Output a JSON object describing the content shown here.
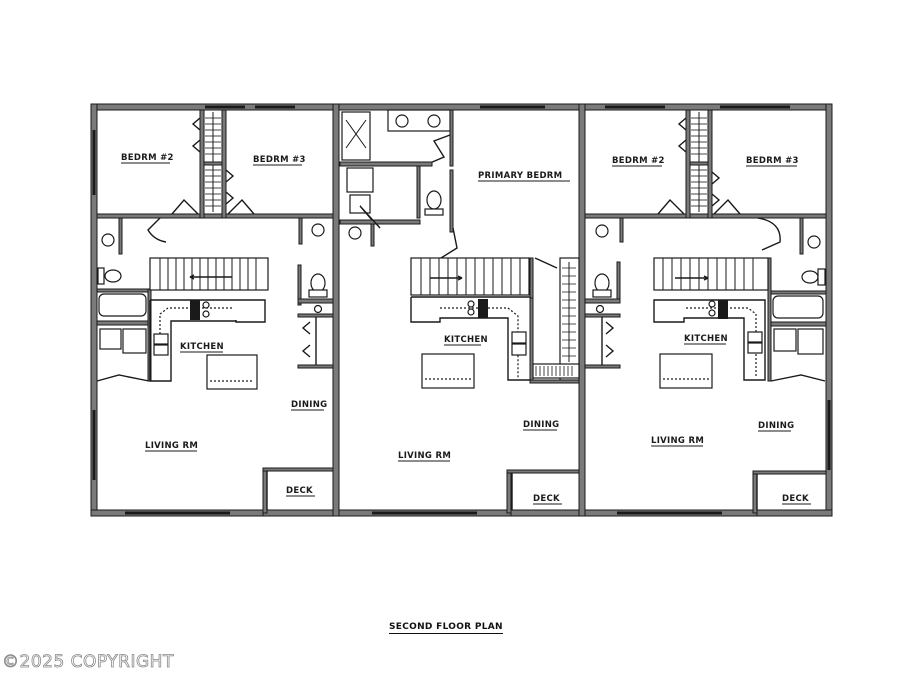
{
  "plan": {
    "title": "SECOND FLOOR PLAN",
    "copyright": "©2025 COPYRIGHT",
    "units": [
      {
        "name": "left-unit",
        "rooms": {
          "bedroom_a": "BEDRM #2",
          "bedroom_b": "BEDRM #3",
          "kitchen": "KITCHEN",
          "dining": "DINING",
          "living": "LIVING RM",
          "deck": "DECK"
        }
      },
      {
        "name": "center-unit",
        "rooms": {
          "primary_bedroom": "PRIMARY BEDRM",
          "kitchen": "KITCHEN",
          "dining": "DINING",
          "living": "LIVING RM",
          "deck": "DECK"
        }
      },
      {
        "name": "right-unit",
        "rooms": {
          "bedroom_a": "BEDRM #2",
          "bedroom_b": "BEDRM #3",
          "kitchen": "KITCHEN",
          "dining": "DINING",
          "living": "LIVING RM",
          "deck": "DECK"
        }
      }
    ],
    "colors": {
      "wall_fill": "#7a7a7a",
      "line": "#1a1a1a",
      "background": "#ffffff"
    }
  }
}
